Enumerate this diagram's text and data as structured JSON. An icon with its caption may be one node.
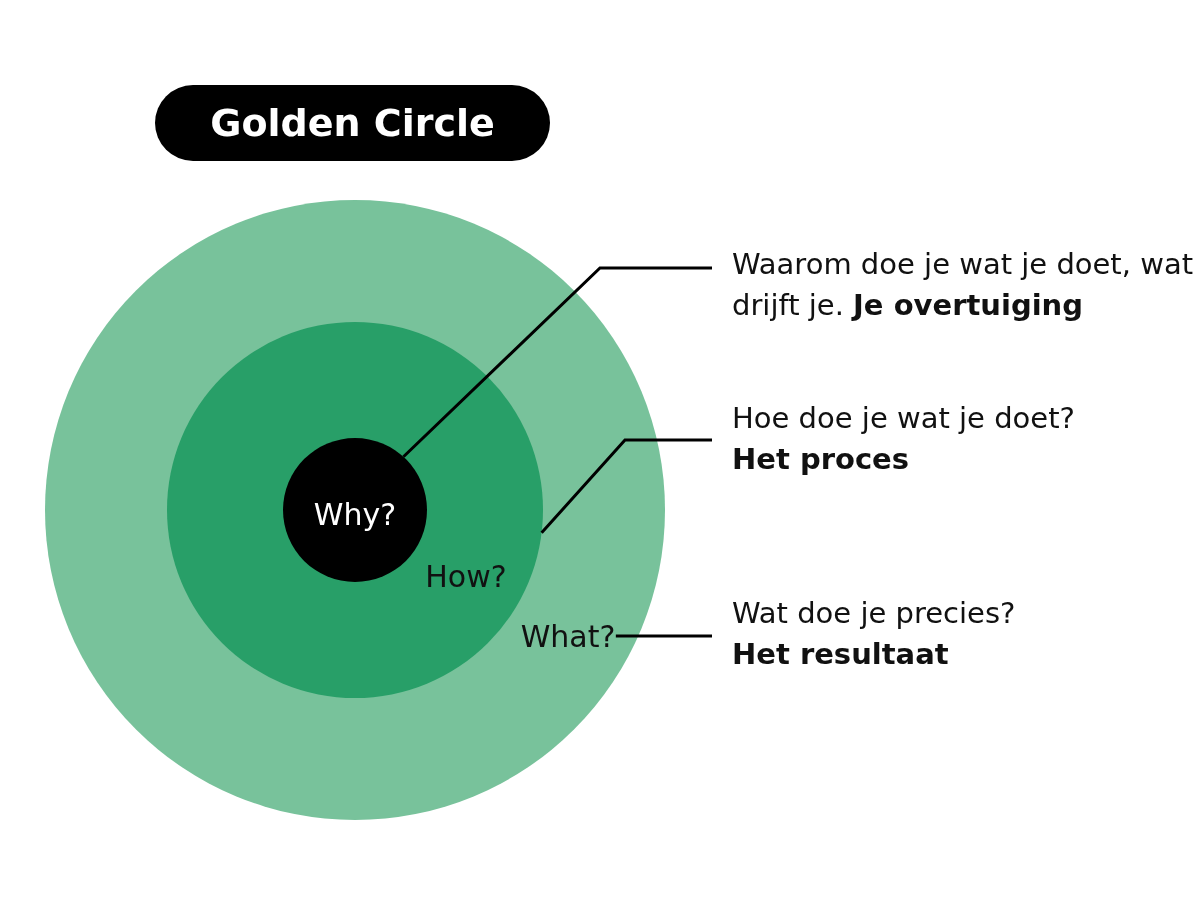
{
  "diagram": {
    "title": "Golden Circle",
    "nodes": [
      {
        "text": [
          "What?"
        ]
      },
      {
        "text": [
          "How?"
        ],
        "in": 0
      },
      {
        "text": [
          "Why?"
        ],
        "in": 1
      },
      {
        "text": [
          "Waarom doe je wat je doet, wat drijft je. **Je overtuiging**"
        ]
      },
      {
        "text": [
          "Hoe doe je wat je doet?",
          "Het proces"
        ]
      },
      {
        "text": [
          "Wat doe je precies?",
          "Het resultaat"
        ]
      }
    ],
    "edges": [
      {
        "from": 3,
        "to": 2,
        "arrow": "none"
      },
      {
        "from": 4,
        "to": 1,
        "arrow": "none"
      },
      {
        "from": 5,
        "to": 0,
        "arrow": "none"
      }
    ]
  }
}
